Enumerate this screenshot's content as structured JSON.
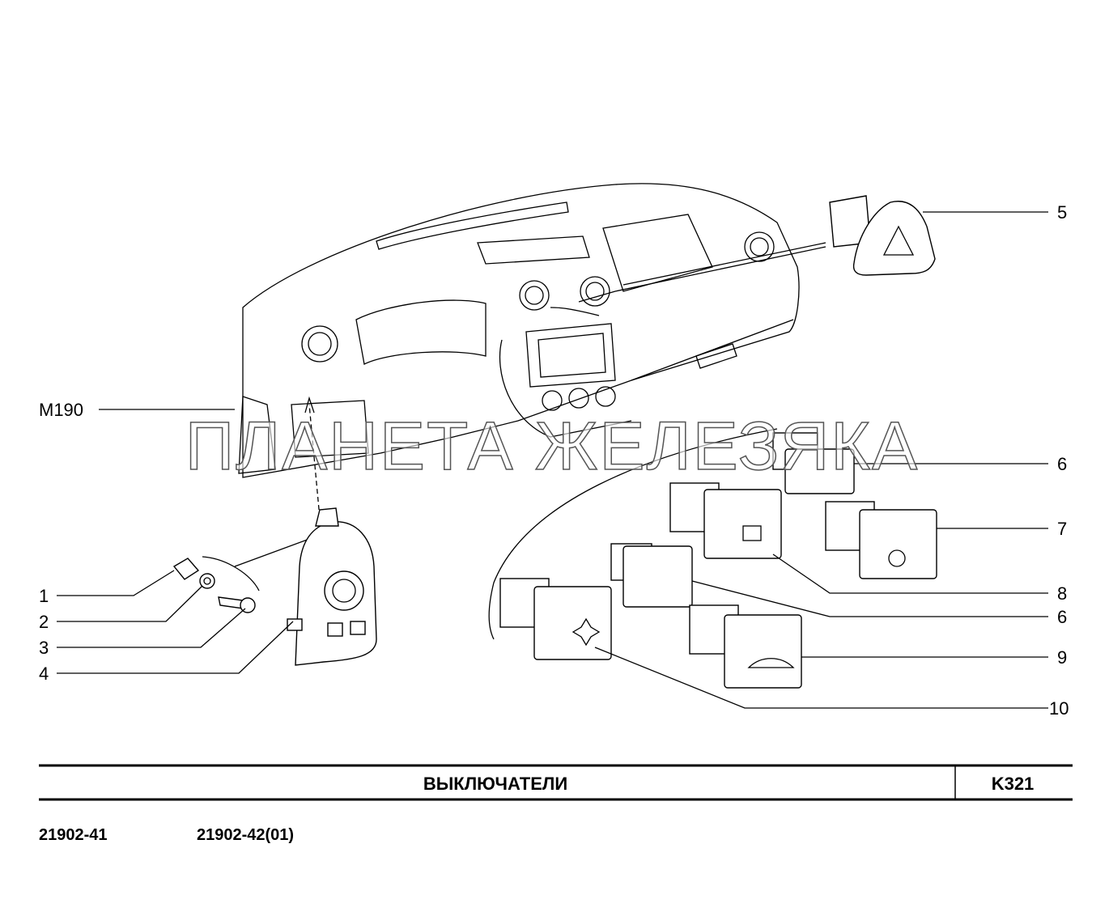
{
  "diagram": {
    "callouts": [
      {
        "id": "1",
        "label": "1"
      },
      {
        "id": "2",
        "label": "2"
      },
      {
        "id": "3",
        "label": "3"
      },
      {
        "id": "4",
        "label": "4"
      },
      {
        "id": "5",
        "label": "5"
      },
      {
        "id": "6a",
        "label": "6"
      },
      {
        "id": "7",
        "label": "7"
      },
      {
        "id": "8",
        "label": "8"
      },
      {
        "id": "6b",
        "label": "6"
      },
      {
        "id": "9",
        "label": "9"
      },
      {
        "id": "10",
        "label": "10"
      },
      {
        "id": "m190",
        "label": "M190"
      }
    ],
    "watermark": "ПЛАНЕТА ЖЕЛЕЗЯКА"
  },
  "footer": {
    "title": "ВЫКЛЮЧАТЕЛИ",
    "code": "K321",
    "models": [
      "21902-41",
      "21902-42(01)"
    ]
  }
}
